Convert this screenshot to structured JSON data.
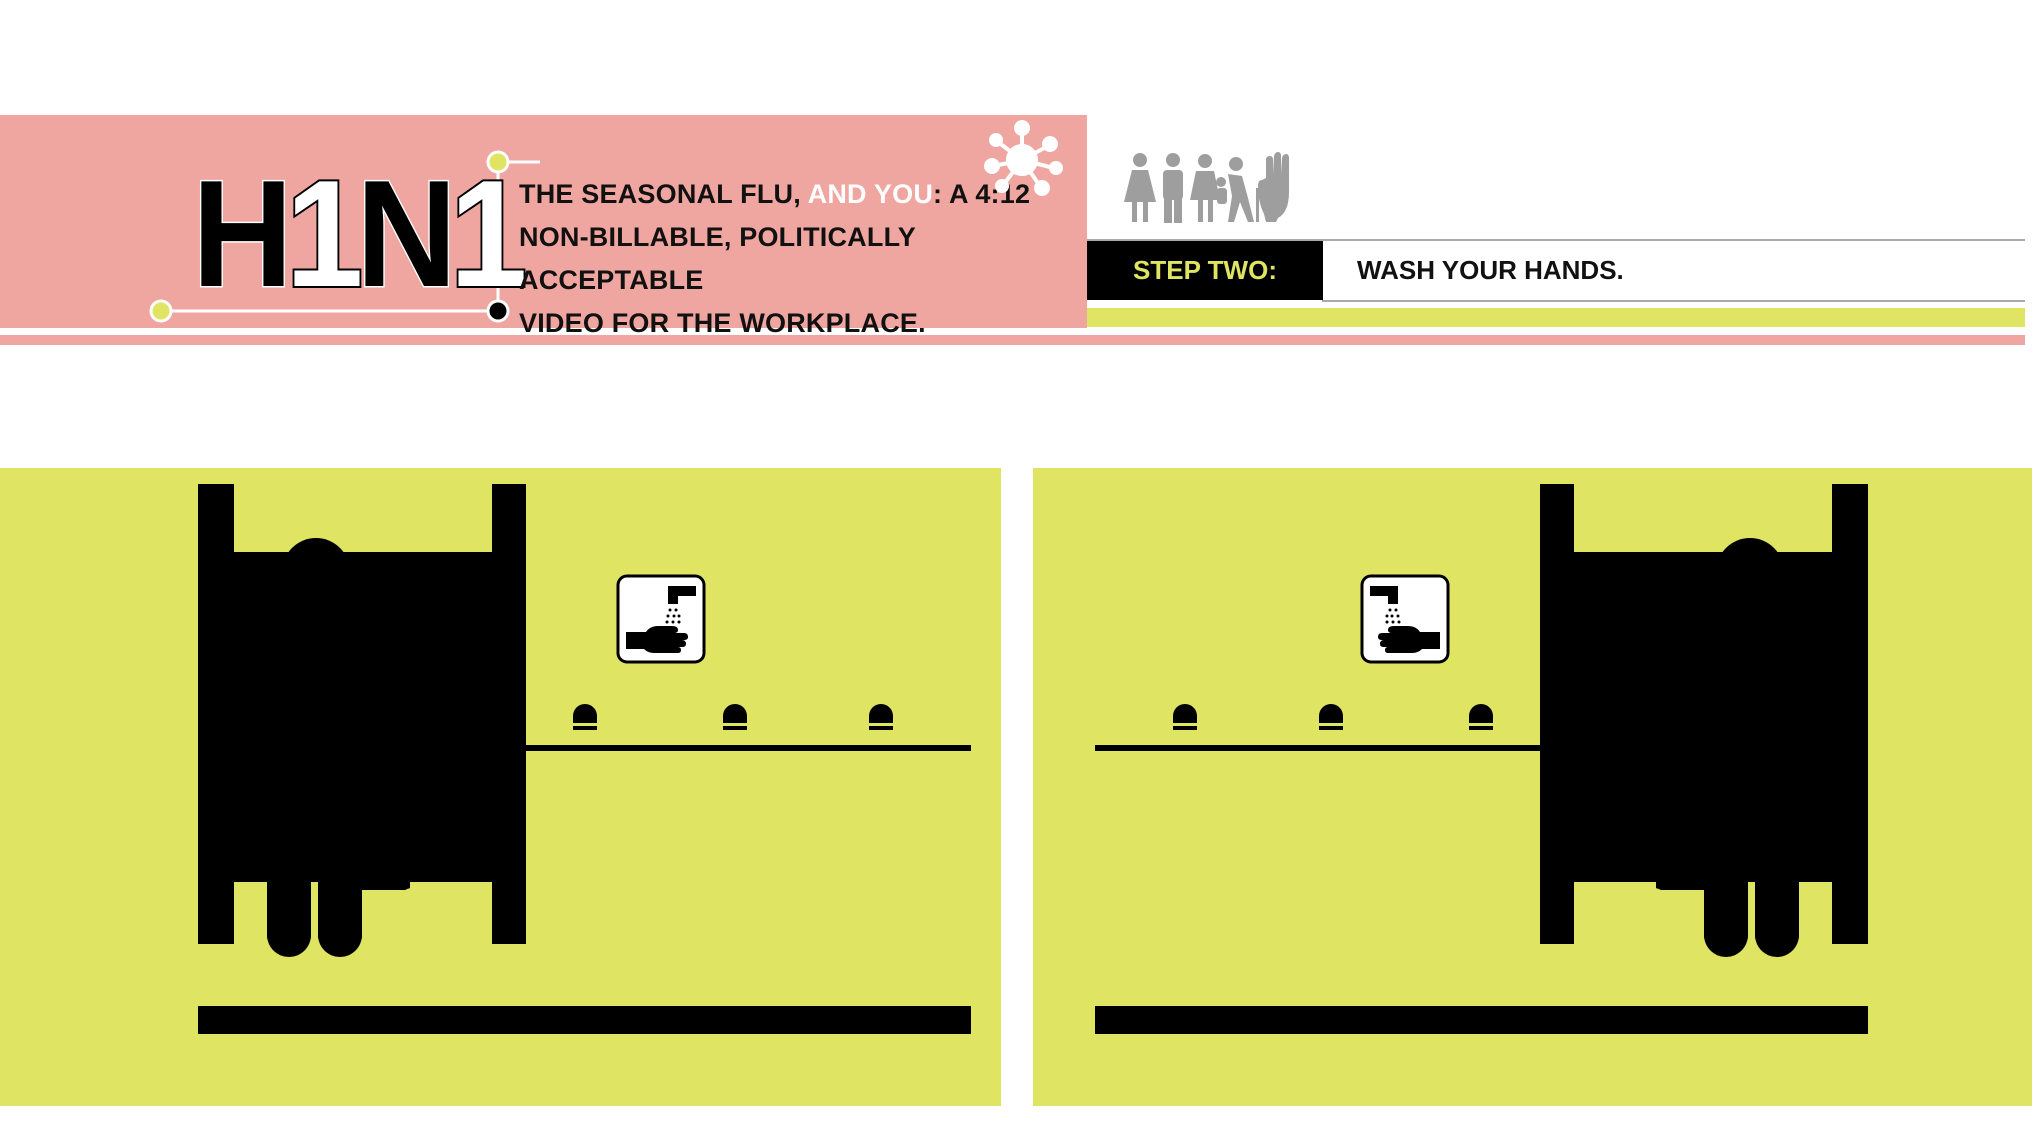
{
  "header": {
    "logo": {
      "parts": [
        "H",
        "1",
        "N",
        "1"
      ]
    },
    "tagline": {
      "part1": "THE SEASONAL FLU, ",
      "highlight": "AND YOU",
      "part2": ": A 4:12",
      "line2": "NON-BILLABLE, POLITICALLY ACCEPTABLE",
      "line3": "VIDEO FOR THE WORKPLACE."
    },
    "step": {
      "label": "STEP TWO:",
      "text": "WASH YOUR HANDS."
    },
    "icons": [
      "virus-icon",
      "people-group-icon"
    ]
  },
  "panels": [
    {
      "name": "left-scene",
      "icon": "handwash-icon",
      "facing": "right"
    },
    {
      "name": "right-scene",
      "icon": "handwash-icon",
      "facing": "left"
    }
  ],
  "colors": {
    "pink": "#f0a6a0",
    "lime": "#dfe462",
    "black": "#000000",
    "grey": "#9e9e9e"
  }
}
